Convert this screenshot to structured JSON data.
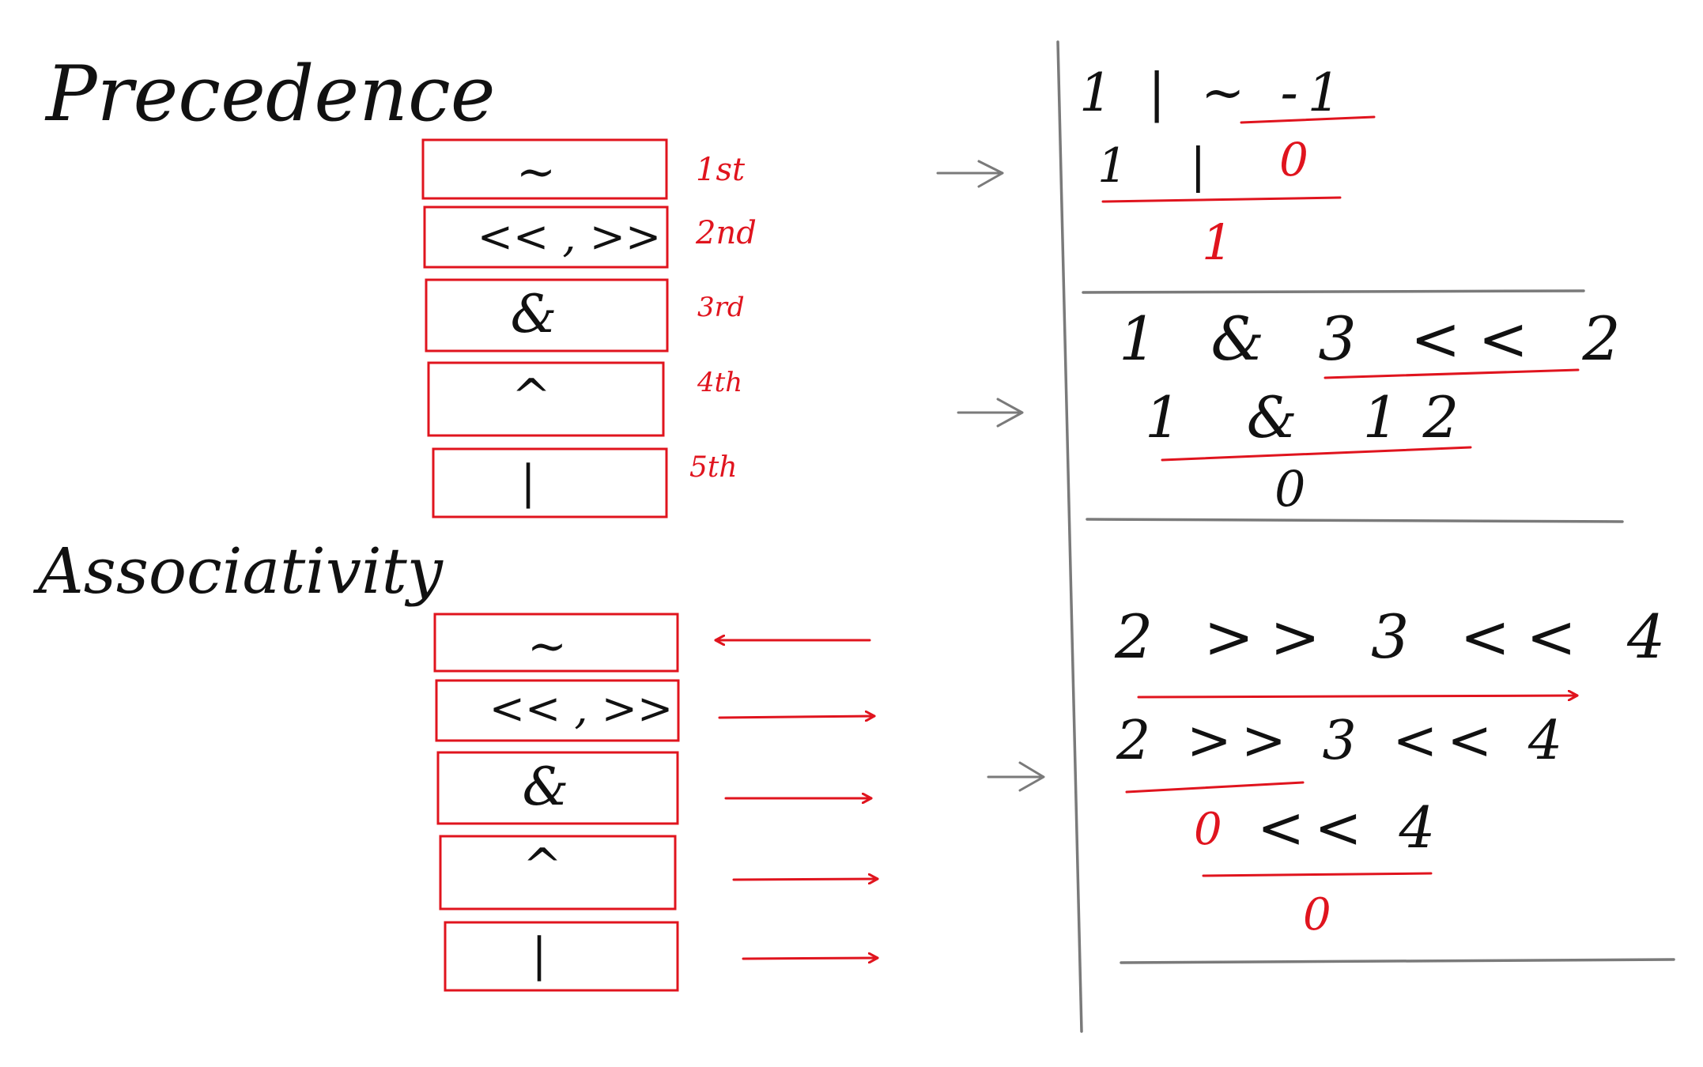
{
  "headings": {
    "precedence": "Precedence",
    "associativity": "Associativity"
  },
  "precedence": {
    "operators": [
      "~",
      "<< , >>",
      "&",
      "^",
      "|"
    ],
    "ranks": [
      "1st",
      "2nd",
      "3rd",
      "4th",
      "5th"
    ]
  },
  "associativity": {
    "operators": [
      "~",
      "<< , >>",
      "&",
      "^",
      "|"
    ],
    "directions": [
      "right-to-left",
      "left-to-right",
      "left-to-right",
      "left-to-right",
      "left-to-right"
    ]
  },
  "examples": {
    "ex1": {
      "line1": "1 | ~ -1",
      "line2_left": "1 |",
      "line2_result": "0",
      "line3_result": "1"
    },
    "ex2": {
      "line1": "1 & 3 << 2",
      "line2": "1 & 12",
      "line3": "0"
    },
    "ex3": {
      "line1": "2 >> 3 << 4",
      "line2": "2 >> 3 << 4",
      "line3_result": "0",
      "line3_rest": "<< 4",
      "line4_result": "0"
    }
  },
  "colors": {
    "ink": "#111111",
    "accent": "#e0141e",
    "rule": "#7a7a7a"
  }
}
